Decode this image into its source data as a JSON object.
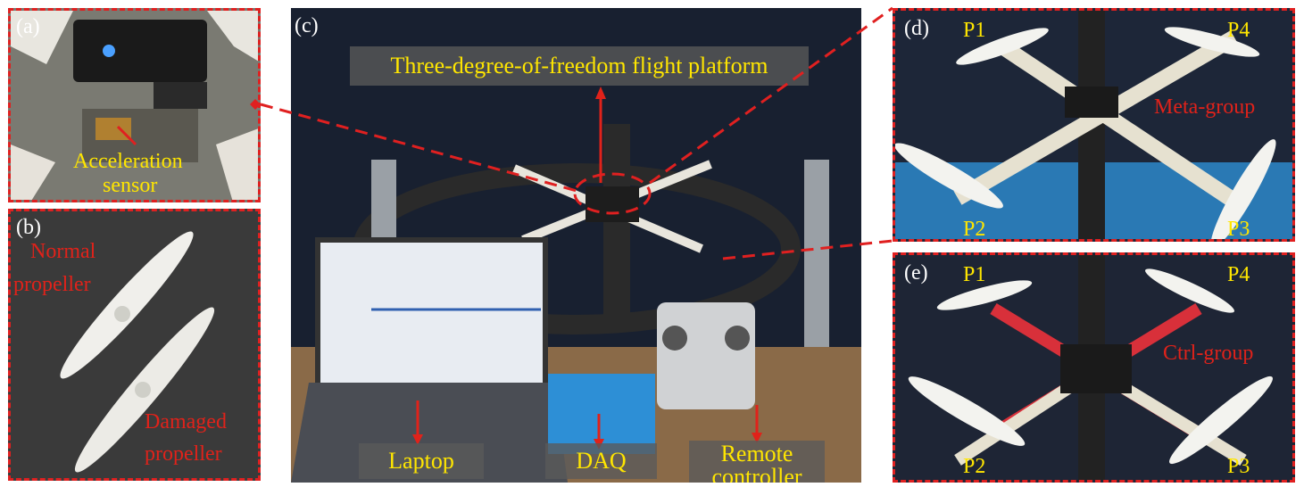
{
  "panels": {
    "a": {
      "tag": "(a)",
      "label_line1": "Acceleration",
      "label_line2": "sensor"
    },
    "b": {
      "tag": "(b)",
      "normal_line1": "Normal",
      "normal_line2": "propeller",
      "damaged_line1": "Damaged",
      "damaged_line2": "propeller"
    },
    "c": {
      "tag": "(c)",
      "title": "Three-degree-of-freedom flight platform",
      "laptop": "Laptop",
      "daq": "DAQ",
      "remote_line1": "Remote",
      "remote_line2": "controller"
    },
    "d": {
      "tag": "(d)",
      "p1": "P1",
      "p2": "P2",
      "p3": "P3",
      "p4": "P4",
      "group": "Meta-group"
    },
    "e": {
      "tag": "(e)",
      "p1": "P1",
      "p2": "P2",
      "p3": "P3",
      "p4": "P4",
      "group": "Ctrl-group"
    }
  },
  "colors": {
    "dashed_border": "#e02020",
    "callout_yellow": "#ffe600",
    "callout_red": "#e0221a"
  }
}
